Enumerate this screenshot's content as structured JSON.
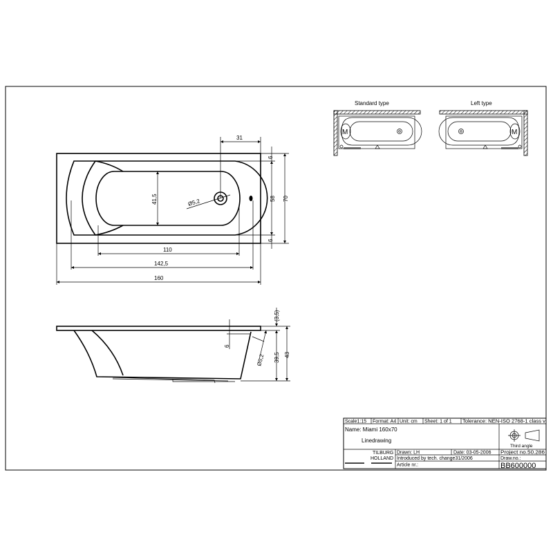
{
  "insets": {
    "standard_label": "Standard type",
    "left_label": "Left type",
    "motor_mark": "M"
  },
  "top_view": {
    "d31": "31",
    "d6a": "6",
    "d58": "58",
    "d70": "70",
    "d6b": "6",
    "d41": "41,5",
    "drain": "Ø5,2",
    "d110": "110",
    "d142": "142,5",
    "d160": "160"
  },
  "side_view": {
    "d35": "(3,5)",
    "d6": "6",
    "drain": "Ø5,2",
    "d395": "39,5",
    "d43": "43"
  },
  "title_block": {
    "scale": "Scale1:15",
    "format": "Format: A4",
    "unit": "Unit: cm",
    "sheet": "Sheet: 1 of 1",
    "tolerance": "Tolerance: NEN-ISO 2768-1 class v",
    "name": "Name: Miami 160x70",
    "kind": "Linedrawing",
    "projection": "Third angle",
    "city": "TILBURG",
    "country": "HOLLAND",
    "drawn": "Drawn: LH",
    "date": "Date: 03-05-2006",
    "project": "Project no.50.286",
    "introduced": "Introduced by tech. change31/2006",
    "draw_no_label": "Draw.no.:",
    "article": "Article nr.:",
    "draw_no": "BB600000"
  }
}
